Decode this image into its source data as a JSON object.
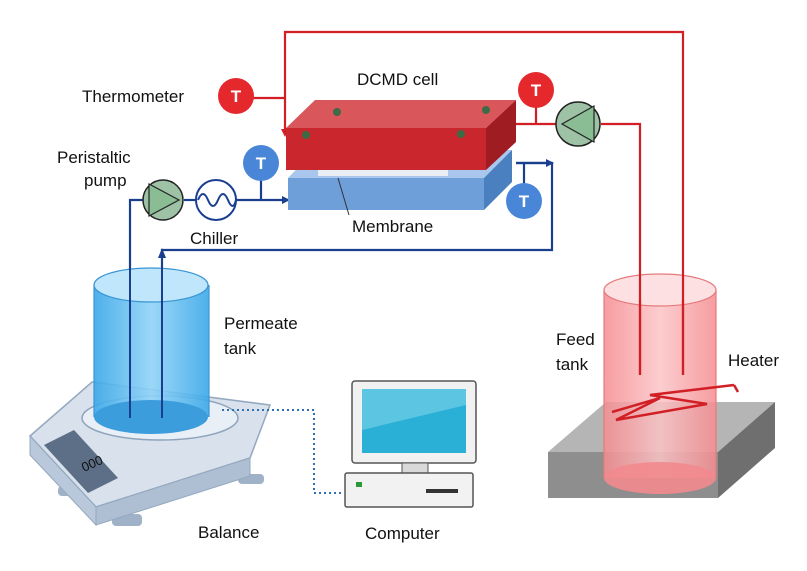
{
  "labels": {
    "thermometer": "Thermometer",
    "dcmd_cell": "DCMD cell",
    "peristaltic": "Peristaltic",
    "pump": "pump",
    "chiller": "Chiller",
    "membrane": "Membrane",
    "permeate": "Permeate",
    "tank_permeate": "tank",
    "feed": "Feed",
    "tank_feed": "tank",
    "heater": "Heater",
    "balance": "Balance",
    "computer": "Computer"
  },
  "thermometer_glyph": "T",
  "display_text": "000",
  "colors": {
    "hot_line": "#d21f26",
    "cold_line": "#1a3f8f",
    "thermo_hot": "#e4282c",
    "thermo_cold": "#4a86d8",
    "cell_hot": "#c9272d",
    "cell_cold": "#6f9fd8",
    "permeate_water": "#58b8ee",
    "feed_water": "#f6a0a2",
    "hot_plate": "#9a9a9a",
    "balance_body": "#cfd9e6",
    "screen": "#2ab0d6",
    "dotted_link": "#2f6fb6"
  },
  "icons": [
    "thermometer-icon",
    "pump-icon",
    "heat-exchanger-icon",
    "computer-icon",
    "balance-icon"
  ]
}
